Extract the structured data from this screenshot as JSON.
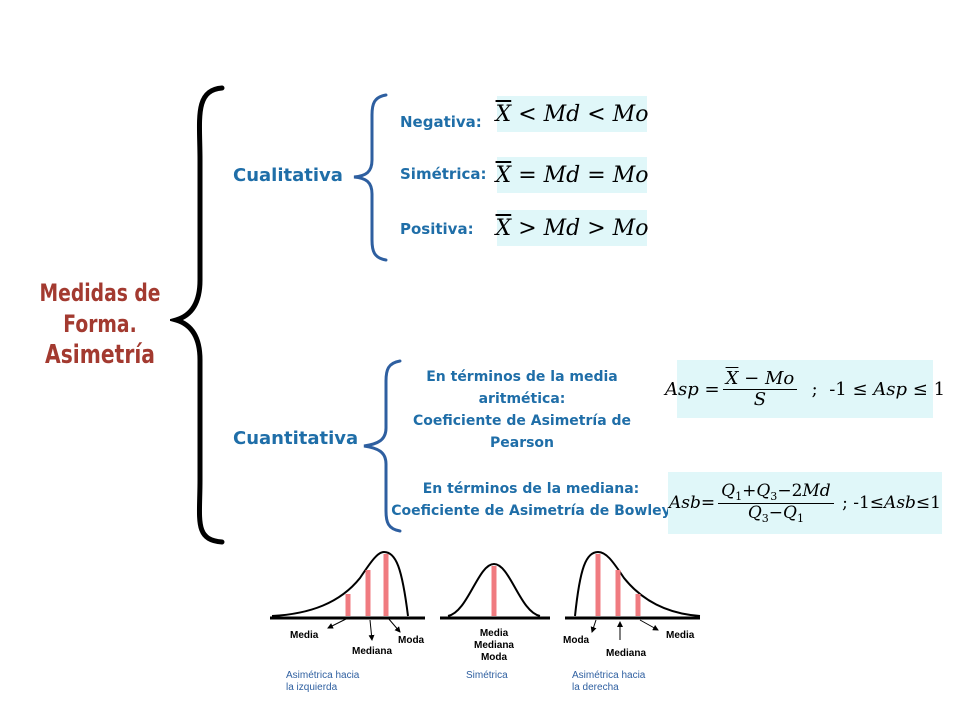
{
  "title": {
    "line1": "Medidas de",
    "line2": "Forma.",
    "line3": "Asimetría"
  },
  "branches": {
    "qualitative": "Cualitativa",
    "quantitative": "Cuantitativa"
  },
  "qualitative": {
    "negative_label": "Negativa:",
    "symmetric_label": "Simétrica:",
    "positive_label": "Positiva:"
  },
  "quantitative": {
    "mean_line1": "En términos de la media",
    "mean_line2": "aritmética:",
    "mean_line3": "Coeficiente de Asimetría de",
    "mean_line4": "Pearson",
    "median_line1": "En términos de la mediana:",
    "median_line2": "Coeficiente de Asimetría de Bowley"
  },
  "curves": {
    "left": {
      "media": "Media",
      "mediana": "Mediana",
      "moda": "Moda",
      "caption1": "Asimétrica hacia",
      "caption2": "la izquierda"
    },
    "center": {
      "line1": "Media",
      "line2": "Mediana",
      "line3": "Moda",
      "caption": "Simétrica"
    },
    "right": {
      "moda": "Moda",
      "mediana": "Mediana",
      "media": "Media",
      "caption1": "Asimétrica hacia",
      "caption2": "la derecha"
    }
  },
  "colors": {
    "title": "#a33a30",
    "accent": "#1f6ea8",
    "formula_bg": "#e0f7f9",
    "marker": "#f07b80"
  }
}
